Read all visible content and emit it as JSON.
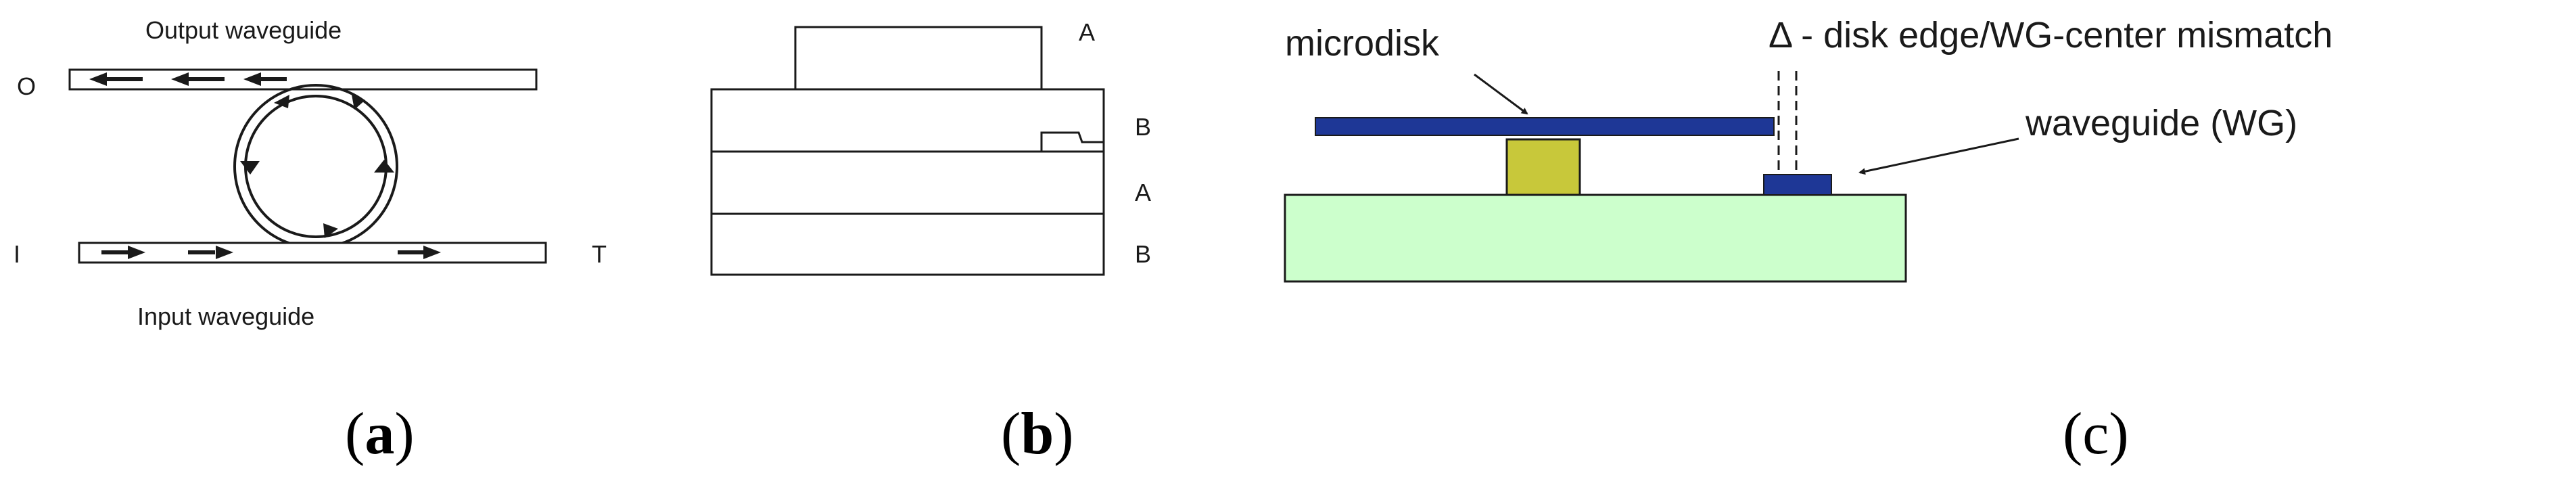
{
  "panel_a": {
    "output_label": "Output waveguide",
    "input_label": "Input waveguide",
    "port_o": "O",
    "port_i": "I",
    "port_t": "T",
    "caption_open": "(",
    "caption_letter": "a",
    "caption_close": ")"
  },
  "panel_b": {
    "layer_top": "A",
    "layer_2": "B",
    "layer_3": "A",
    "layer_4": "B",
    "caption_open": "(",
    "caption_letter": "b",
    "caption_close": ")"
  },
  "panel_c": {
    "microdisk_label": "microdisk",
    "mismatch_label": "Δ - disk edge/WG-center mismatch",
    "waveguide_label": "waveguide (WG)",
    "caption": "(c)",
    "colors": {
      "disk": "#1e3796",
      "pedestal": "#c8c83a",
      "substrate": "#ccffcc",
      "waveguide": "#1e3796"
    }
  }
}
